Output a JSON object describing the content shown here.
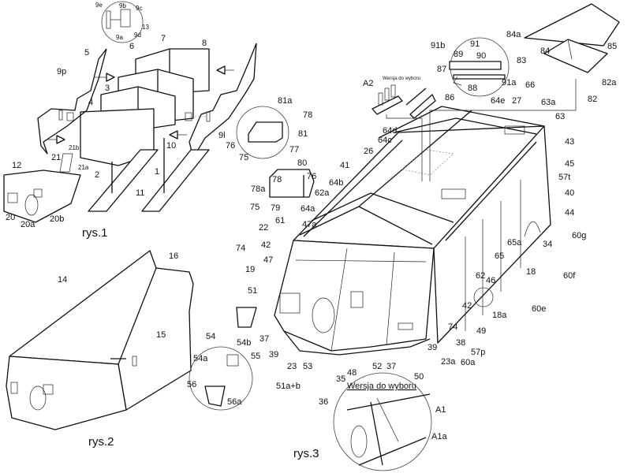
{
  "captions": {
    "fig1": "rys.1",
    "fig2": "rys.2",
    "fig3": "rys.3"
  },
  "notes": {
    "optional_version_top": "Wersja do wyboru",
    "optional_version_bottom": "Wersja do wyboru"
  },
  "fig1_labels": [
    "9e",
    "9b",
    "9c",
    "13",
    "9a",
    "9d",
    "7",
    "8",
    "6",
    "5",
    "9p",
    "3",
    "4",
    "9l",
    "10",
    "2",
    "1",
    "21b",
    "21",
    "21a",
    "12",
    "11",
    "20",
    "20a",
    "20b"
  ],
  "fig2_labels": [
    "16",
    "14",
    "15"
  ],
  "fig3_labels": [
    "84a",
    "85",
    "83",
    "84",
    "91b",
    "91",
    "89",
    "90",
    "87",
    "91a",
    "88",
    "86",
    "66",
    "82a",
    "82",
    "A2",
    "81a",
    "78",
    "81",
    "77",
    "76",
    "75",
    "64e",
    "27",
    "63a",
    "63",
    "43",
    "45",
    "57t",
    "40",
    "44",
    "60g",
    "34",
    "64d",
    "64c",
    "26",
    "41",
    "80",
    "78",
    "76",
    "78a",
    "75",
    "79",
    "64b",
    "62a",
    "64a",
    "61",
    "47a",
    "22",
    "42",
    "74",
    "47",
    "19",
    "51",
    "65a",
    "65",
    "18",
    "60f",
    "62",
    "46",
    "42",
    "18a",
    "60e",
    "74",
    "49",
    "38",
    "57p",
    "39",
    "23a",
    "60a",
    "37",
    "39",
    "54",
    "54b",
    "54a",
    "55",
    "23",
    "53",
    "51a+b",
    "48",
    "52",
    "37",
    "50",
    "35",
    "36",
    "56",
    "56a",
    "A1",
    "A1a"
  ]
}
